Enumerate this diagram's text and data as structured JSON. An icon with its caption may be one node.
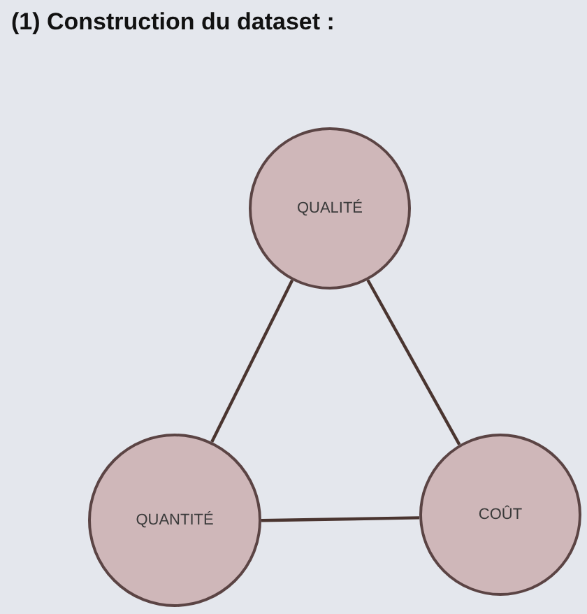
{
  "diagram": {
    "title": "(1) Construction du dataset :",
    "nodes": [
      {
        "text": [
          "QUALITÉ"
        ]
      },
      {
        "text": [
          "QUANTITÉ"
        ]
      },
      {
        "text": [
          "COÛT"
        ]
      }
    ],
    "edges": [
      {
        "from": 0,
        "to": 1,
        "arrow": "none"
      },
      {
        "from": 0,
        "to": 2,
        "arrow": "none"
      },
      {
        "from": 1,
        "to": 2,
        "arrow": "none"
      }
    ]
  }
}
